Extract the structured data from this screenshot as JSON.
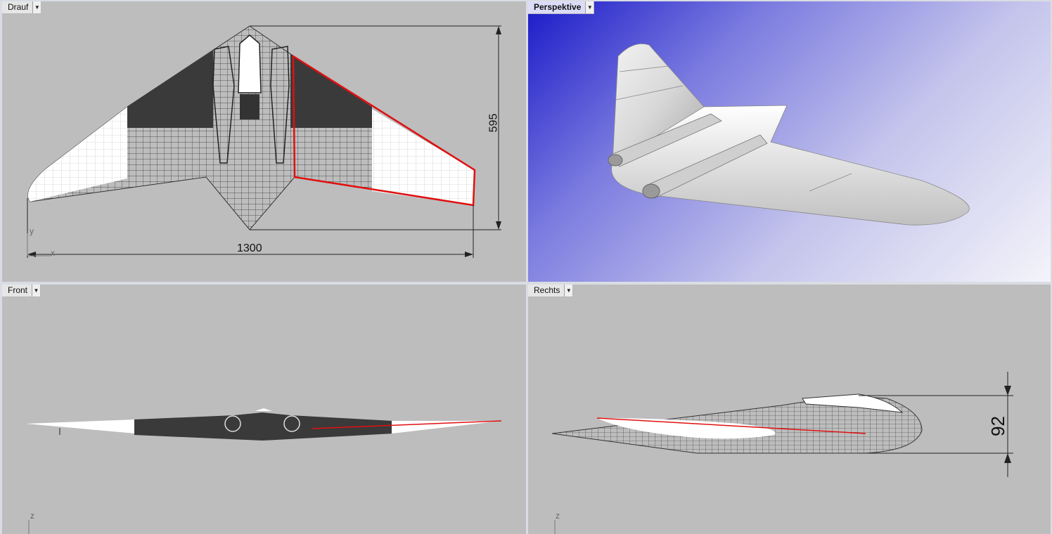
{
  "viewports": {
    "top": {
      "title": "Drauf"
    },
    "persp": {
      "title": "Perspektive"
    },
    "front": {
      "title": "Front"
    },
    "right": {
      "title": "Rechts"
    }
  },
  "dimensions": {
    "span": "1300",
    "length": "595",
    "height": "92"
  },
  "axes": {
    "x": "x",
    "y": "y",
    "z": "z"
  },
  "colors": {
    "viewport_bg": "#bdbdbd",
    "highlight": "#e01010",
    "wire_dark": "#3a3a3a"
  },
  "icons": {
    "dropdown": "chevron-down-icon"
  }
}
